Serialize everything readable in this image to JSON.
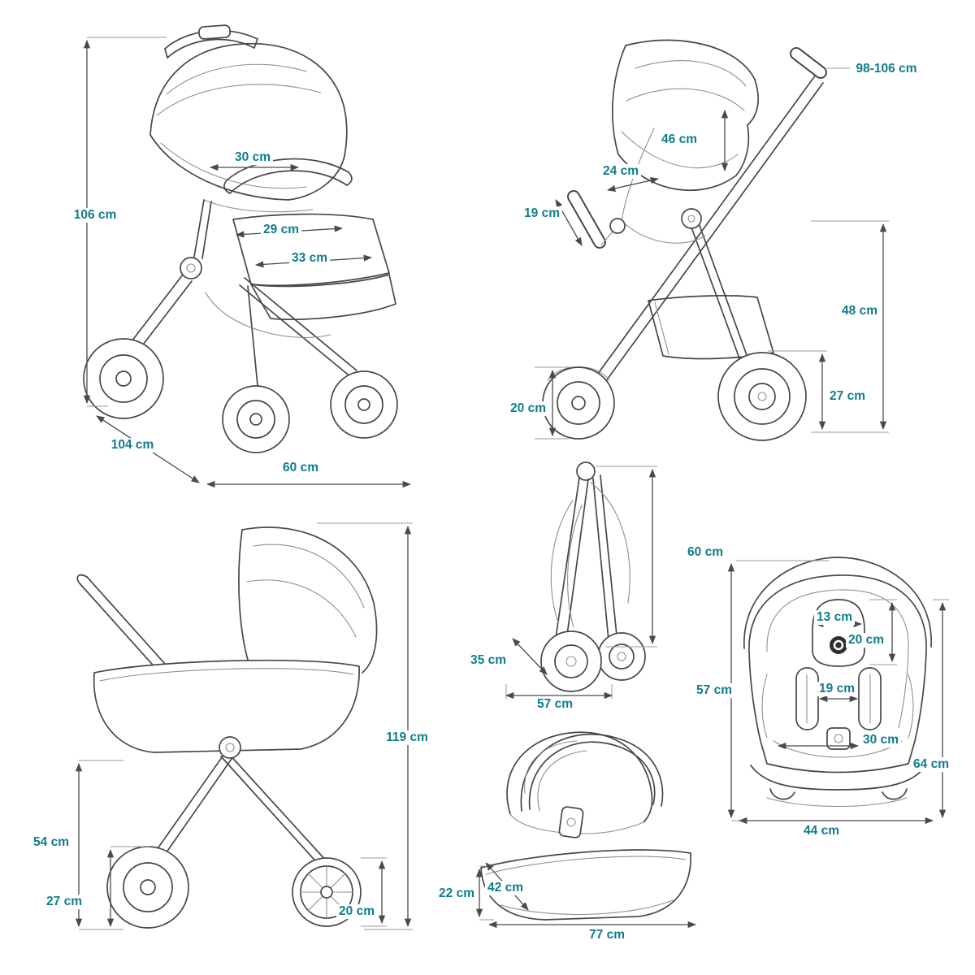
{
  "page": {
    "background": "#ffffff",
    "accent_teal": "#0f7c8c"
  },
  "front_view": {
    "height": "106 cm",
    "canopy_width": "30 cm",
    "seat_width": "29 cm",
    "seat_depth": "33 cm",
    "length": "104 cm",
    "width": "60 cm"
  },
  "side_view": {
    "handle_height": "98-106 cm",
    "canopy_opening": "46 cm",
    "backrest_width": "24 cm",
    "legrest": "19 cm",
    "seat_height": "48 cm",
    "rear_wheel": "27 cm",
    "front_wheel": "20 cm"
  },
  "folded_view": {
    "height": "60 cm",
    "depth": "35 cm",
    "width": "57 cm"
  },
  "carrycot_frame_view": {
    "total_height": "119 cm",
    "frame_height": "54 cm",
    "rear_wheel": "27 cm",
    "front_wheel": "20 cm"
  },
  "carrycot_view": {
    "height": "22 cm",
    "width": "42 cm",
    "length": "77 cm"
  },
  "car_seat_view": {
    "headrest_width": "13 cm",
    "headrest_height": "20 cm",
    "inner_width": "19 cm",
    "seat_width": "30 cm",
    "height": "57 cm",
    "total_height": "64 cm",
    "width": "44 cm"
  }
}
